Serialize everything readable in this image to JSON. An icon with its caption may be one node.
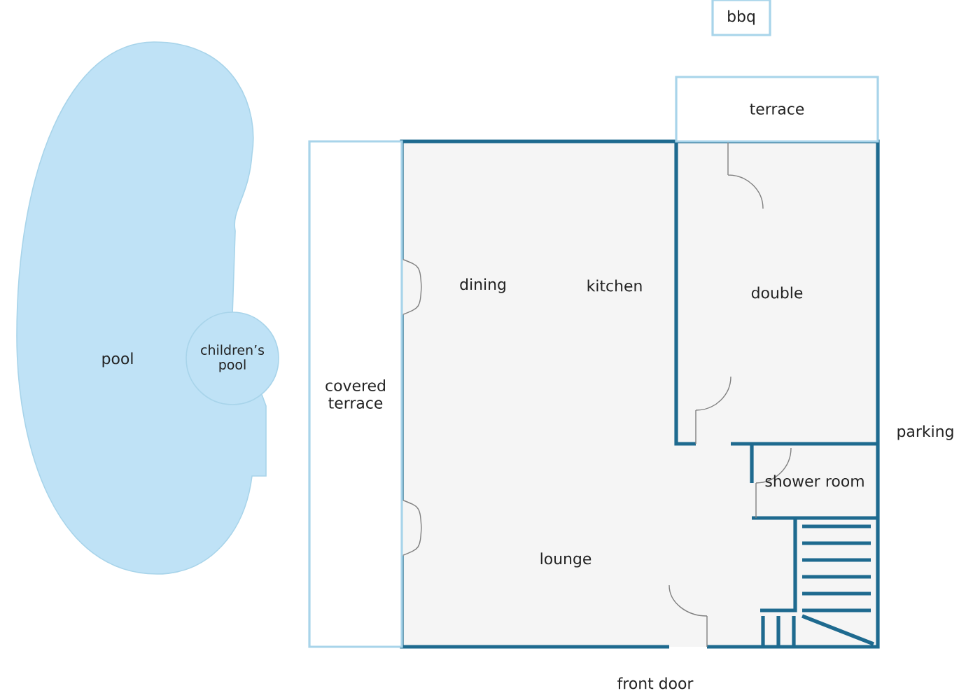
{
  "diagram": {
    "nodes": [
      {
        "text": [
          "pool"
        ]
      },
      {
        "text": [
          "children’s pool"
        ]
      },
      {
        "text": [
          "covered terrace"
        ]
      },
      {
        "text": [
          "terrace"
        ]
      },
      {
        "text": [
          "bbq"
        ]
      },
      {
        "text": [
          "double"
        ]
      },
      {
        "text": [
          "shower room"
        ]
      }
    ],
    "labels": [
      "dining",
      "kitchen",
      "lounge",
      "parking",
      "front door"
    ]
  }
}
